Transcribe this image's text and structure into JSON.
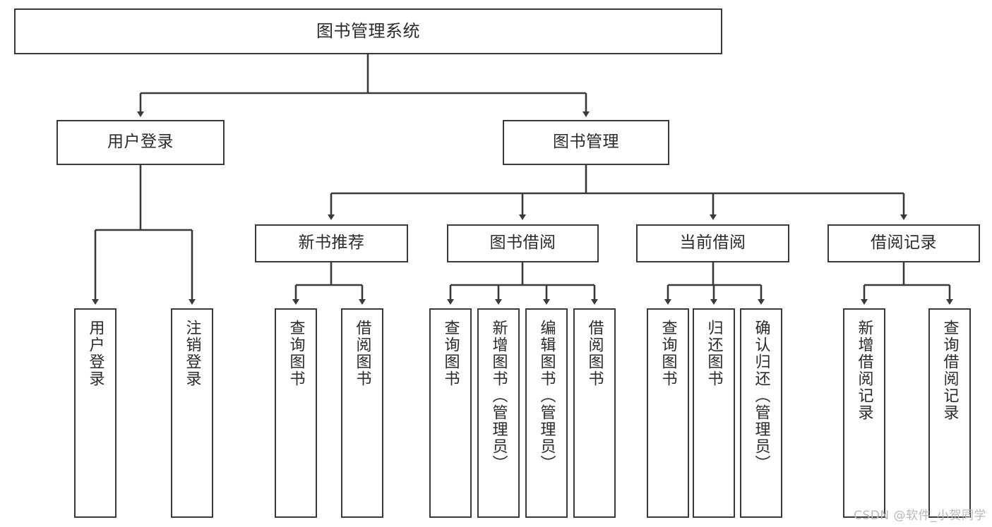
{
  "diagram": {
    "title": "图书管理系统",
    "watermark": "CSDN @软件_小贺同学",
    "colors": {
      "stroke": "#3a3a3a",
      "text": "#2b2b2b",
      "background": "#ffffff",
      "watermark": "#b9b9b9"
    },
    "levels": {
      "root": {
        "label": "图书管理系统"
      },
      "level2": [
        {
          "label": "用户登录"
        },
        {
          "label": "图书管理"
        }
      ],
      "level3": [
        {
          "label": "新书推荐"
        },
        {
          "label": "图书借阅"
        },
        {
          "label": "当前借阅"
        },
        {
          "label": "借阅记录"
        }
      ],
      "leaves": [
        {
          "label": "用户登录",
          "parent": "用户登录"
        },
        {
          "label": "注销登录",
          "parent": "用户登录"
        },
        {
          "label": "查询图书",
          "parent": "新书推荐"
        },
        {
          "label": "借阅图书",
          "parent": "新书推荐"
        },
        {
          "label": "查询图书",
          "parent": "图书借阅"
        },
        {
          "label": "新增图书（管理员）",
          "parent": "图书借阅"
        },
        {
          "label": "编辑图书（管理员）",
          "parent": "图书借阅"
        },
        {
          "label": "借阅图书",
          "parent": "图书借阅"
        },
        {
          "label": "查询图书",
          "parent": "当前借阅"
        },
        {
          "label": "归还图书",
          "parent": "当前借阅"
        },
        {
          "label": "确认归还（管理员）",
          "parent": "当前借阅"
        },
        {
          "label": "新增借阅记录",
          "parent": "借阅记录"
        },
        {
          "label": "查询借阅记录",
          "parent": "借阅记录"
        }
      ]
    }
  }
}
